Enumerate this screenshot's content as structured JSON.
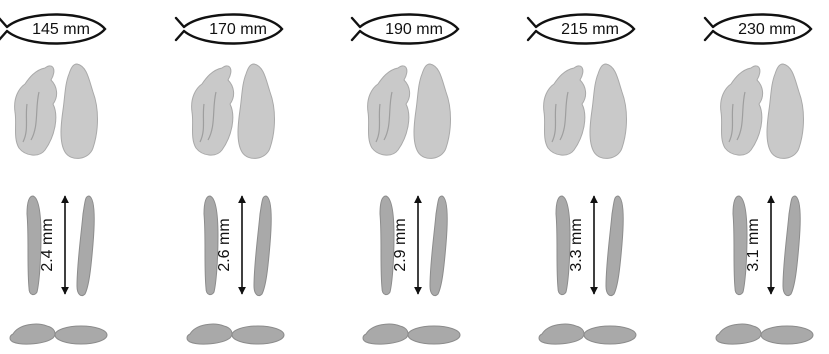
{
  "panels": [
    {
      "fish_length": "145 mm",
      "height_label": "2.4 mm"
    },
    {
      "fish_length": "170 mm",
      "height_label": "2.6 mm"
    },
    {
      "fish_length": "190 mm",
      "height_label": "2.9 mm"
    },
    {
      "fish_length": "215 mm",
      "height_label": "3.3 mm"
    },
    {
      "fish_length": "230 mm",
      "height_label": "3.1 mm"
    }
  ],
  "colors": {
    "specimen_fill": "#c9c9c9",
    "specimen_shade": "#a9a9a9",
    "specimen_dark": "#8c8c8c",
    "outline": "#111111"
  }
}
